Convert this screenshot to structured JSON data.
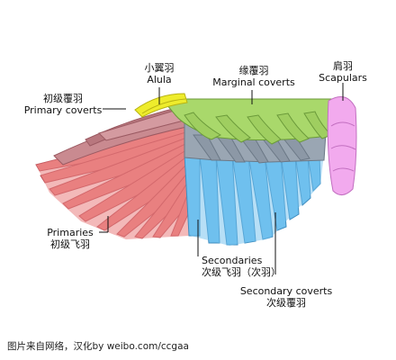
{
  "labels": {
    "alula": {
      "zh": "小翼羽",
      "en": "Alula"
    },
    "marginal": {
      "zh": "缘覆羽",
      "en": "Marginal coverts"
    },
    "scapulars": {
      "zh": "肩羽",
      "en": "Scapulars"
    },
    "primary_coverts": {
      "zh": "初级覆羽",
      "en": "Primary coverts"
    },
    "primaries": {
      "en": "Primaries",
      "zh": "初级飞羽"
    },
    "secondaries": {
      "en": "Secondaries",
      "zh": "次级飞羽（次羽）"
    },
    "secondary_coverts": {
      "en": "Secondary coverts",
      "zh": "次级覆羽"
    }
  },
  "credit": "图片来自网络，汉化by weibo.com/ccgaa",
  "colors": {
    "primaries": "#e87a7a",
    "primary_coverts": "#c9838a",
    "alula": "#ecea2a",
    "marginal": "#a8d86a",
    "secondary_coverts": "#98a5b0",
    "secondaries": "#6fc0ee",
    "scapulars": "#f0a8ea"
  }
}
